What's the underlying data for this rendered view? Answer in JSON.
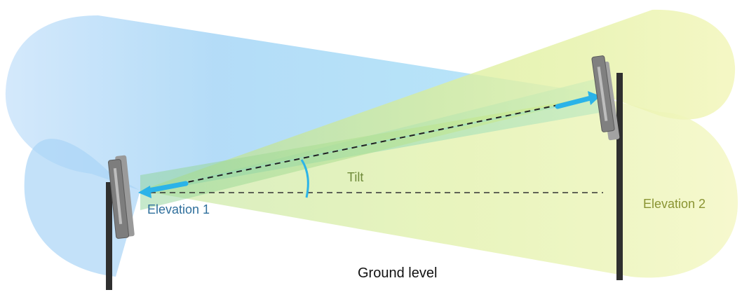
{
  "labels": {
    "elevation_1": "Elevation 1",
    "elevation_2": "Elevation 2",
    "tilt": "Tilt",
    "ground_level": "Ground level"
  },
  "colors": {
    "blue_beam": "#7fd4f5",
    "blue_lobe": "#9fd2f5",
    "green_beam": "#b7e07a",
    "green_lobe": "#e6f2a0",
    "arrow_blue": "#2bb3e8",
    "elevation_1_text": "#2f6f9c",
    "elevation_2_text": "#8a9433",
    "tilt_text": "#6f8a3a",
    "ground_text": "#111111",
    "dashed_line": "#222222",
    "pole": "#333333",
    "device": "#8c8c8c"
  },
  "icons": {
    "left_device": "antenna-radio-icon",
    "right_device": "antenna-radio-icon"
  }
}
